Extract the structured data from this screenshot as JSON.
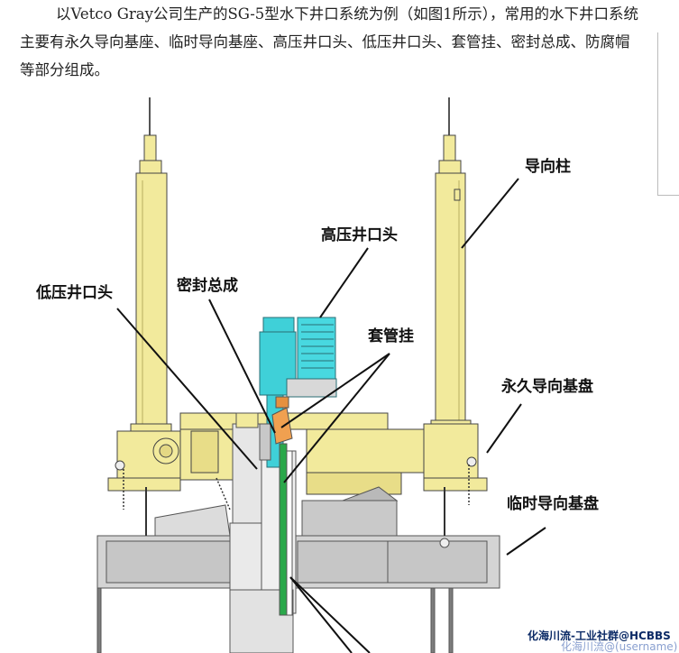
{
  "paragraph": {
    "text": "以Vetco Gray公司生产的SG-5型水下井口系统为例（如图1所示），常用的水下井口系统主要有永久导向基座、临时导向基座、高压井口头、低压井口头、套管挂、密封总成、防腐帽等部分组成。"
  },
  "figure": {
    "labels": {
      "guide_post": "导向柱",
      "hp_wellhead": "高压井口头",
      "lp_wellhead": "低压井口头",
      "seal_assembly": "密封总成",
      "casing_hanger": "套管挂",
      "permanent_guide_base": "永久导向基盘",
      "temporary_guide_base": "临时导向基盘"
    },
    "colors": {
      "guide_yellow": "#f2ea9c",
      "wellhead_cyan": "#3fd0d8",
      "casing_green": "#2aa84a",
      "hanger_orange": "#f0a050",
      "steel_gray": "#d4d4d4",
      "dark_gray": "#7d7d7d"
    }
  },
  "watermark": {
    "line1": "化海川流-工业社群@HCBBS",
    "line2": "化海川流@(username)"
  }
}
